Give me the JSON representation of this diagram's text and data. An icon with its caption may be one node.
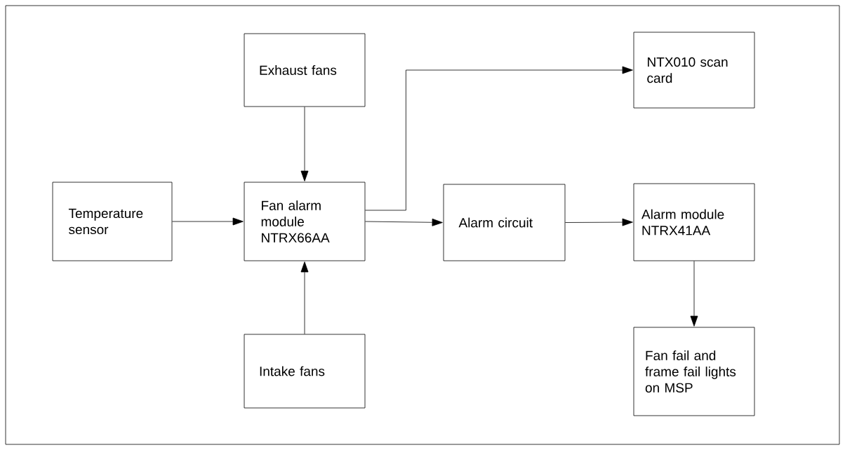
{
  "diagram": {
    "nodes": [
      {
        "text": [
          "Exhaust fans"
        ]
      },
      {
        "text": [
          "NTX010 scan card"
        ]
      },
      {
        "text": [
          "Temperature sensor"
        ]
      },
      {
        "text": [
          "Fan alarm module NTRX66AA"
        ]
      },
      {
        "text": [
          "Alarm circuit"
        ]
      },
      {
        "text": [
          "Alarm module NTRX41AA"
        ]
      },
      {
        "text": [
          "Intake fans"
        ]
      },
      {
        "text": [
          "Fan fail and frame fail lights on MSP"
        ]
      }
    ],
    "edges": [
      {
        "from": 0,
        "to": 3,
        "arrow": "to"
      },
      {
        "from": 3,
        "to": 1,
        "arrow": "to"
      },
      {
        "from": 2,
        "to": 3,
        "arrow": "to"
      },
      {
        "from": 3,
        "to": 4,
        "arrow": "to"
      },
      {
        "from": 4,
        "to": 5,
        "arrow": "to"
      },
      {
        "from": 6,
        "to": 3,
        "arrow": "to"
      },
      {
        "from": 5,
        "to": 7,
        "arrow": "to"
      }
    ]
  }
}
